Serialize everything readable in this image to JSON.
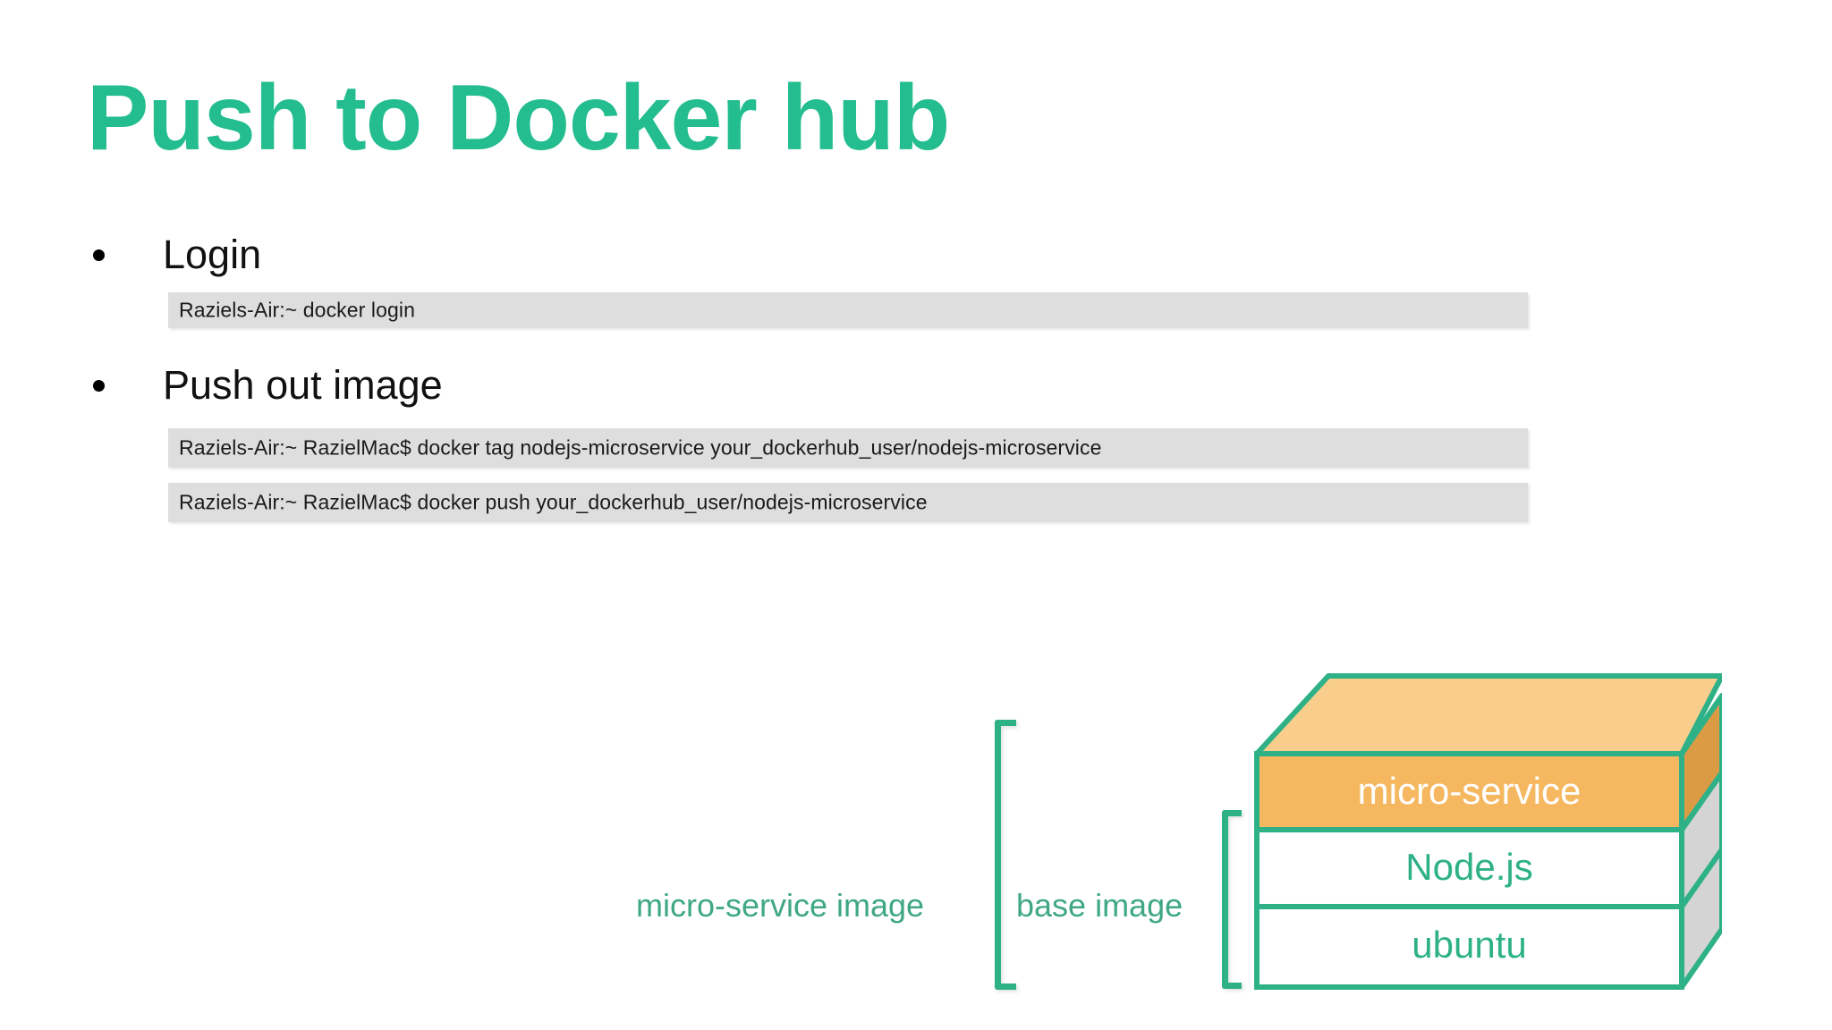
{
  "slide": {
    "title": "Push to Docker hub",
    "title_color": "#23bd8f",
    "background": "#ffffff"
  },
  "bullets": [
    {
      "marker": "•",
      "label": "Login"
    },
    {
      "marker": "•",
      "label": "Push out image"
    }
  ],
  "commands": [
    {
      "text": "Raziels-Air:~ docker login"
    },
    {
      "text": "Raziels-Air:~ RazielMac$ docker tag nodejs-microservice your_dockerhub_user/nodejs-microservice"
    },
    {
      "text": "Raziels-Air:~ RazielMac$ docker push your_dockerhub_user/nodejs-microservice"
    }
  ],
  "command_bar_color": "#dedede",
  "diagram": {
    "labels": {
      "microservice_image": "micro-service image",
      "base_image": "base image"
    },
    "label_color": "#3fa883",
    "bracket_color": "#2fb188",
    "layers": [
      {
        "name": "micro-service",
        "fill": "#f5b860",
        "side_fill": "#db9b44",
        "text_color": "#ffffff"
      },
      {
        "name": "Node.js",
        "fill": "#ffffff",
        "side_fill": "#d4d4d4",
        "text_color": "#2fb188"
      },
      {
        "name": "ubuntu",
        "fill": "#ffffff",
        "side_fill": "#d4d4d4",
        "text_color": "#2fb188"
      }
    ],
    "top_face_fill": "#f9ce8d",
    "outline_color": "#2fb188"
  }
}
